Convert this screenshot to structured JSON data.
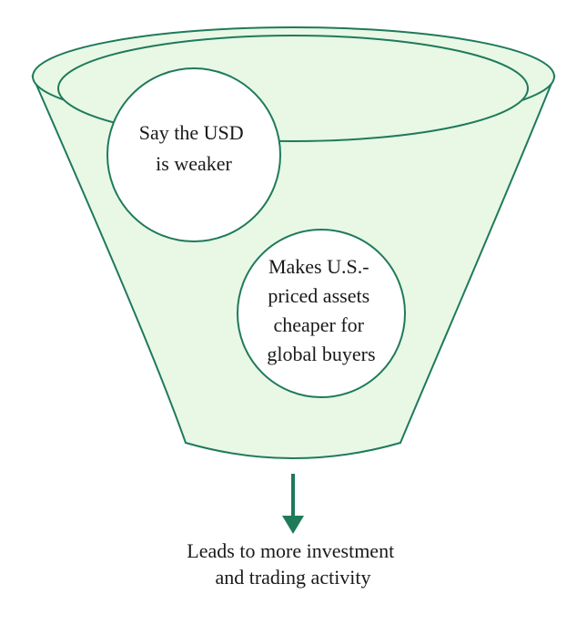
{
  "colors": {
    "stroke": "#1f7a5a",
    "funnel_fill": "#e8f8e5",
    "circle_fill": "#ffffff",
    "arrow": "#1f7a5a"
  },
  "funnel": {
    "step1": {
      "line1": "Say the USD",
      "line2": "is weaker"
    },
    "step2": {
      "line1": "Makes U.S.-",
      "line2": "priced assets",
      "line3": "cheaper for",
      "line4": "global buyers"
    }
  },
  "outcome": {
    "line1": "Leads to more investment",
    "line2": "and trading activity"
  }
}
